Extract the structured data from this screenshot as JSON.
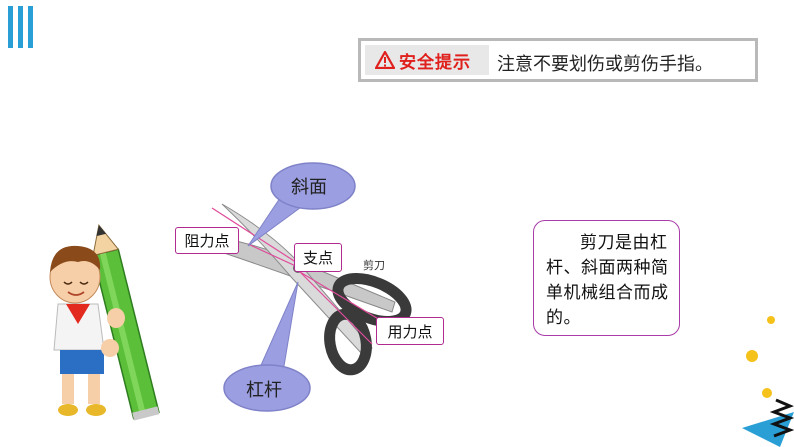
{
  "safety": {
    "tag": "安全提示",
    "message": "注意不要划伤或剪伤手指。"
  },
  "labels": {
    "resistance_point": "阻力点",
    "fulcrum": "支点",
    "effort_point": "用力点",
    "incline": "斜面",
    "lever": "杠杆",
    "scissors": "剪刀"
  },
  "explanation": "剪刀是由杠杆、斜面两种简单机械组合而成的。",
  "colors": {
    "accent_blue": "#2a9fd6",
    "warning_red": "#e0201c",
    "bubble_fill": "#9b9ee0",
    "label_border": "#b02a8f",
    "decor_yellow": "#f5c21b"
  }
}
